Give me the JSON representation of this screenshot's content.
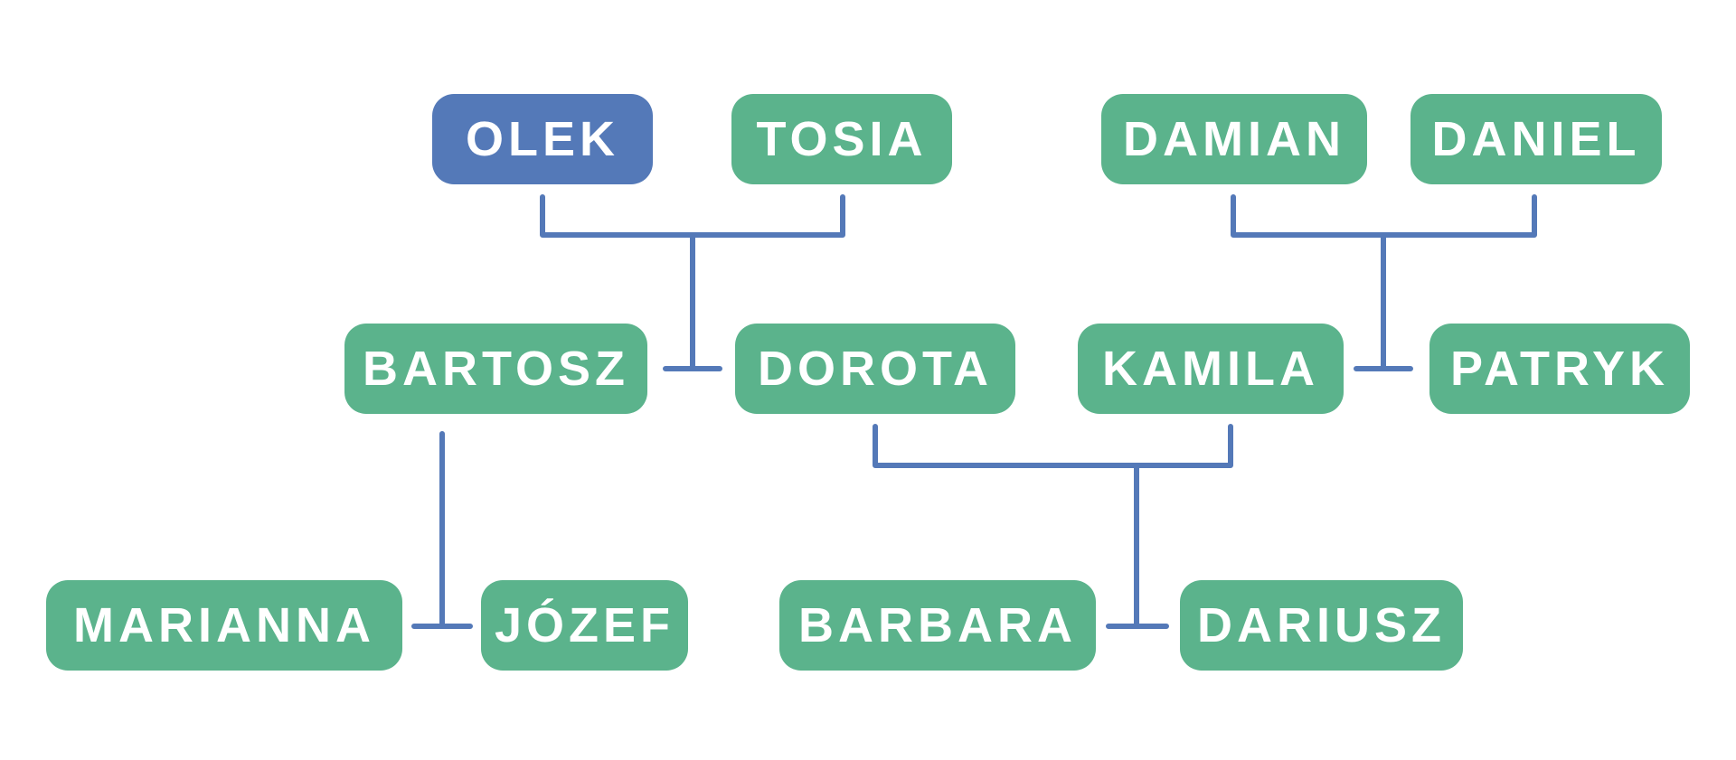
{
  "colors": {
    "node": "#5bb38c",
    "highlight": "#5479b8",
    "connector": "#5479b8"
  },
  "nodes": {
    "olek": "OLEK",
    "tosia": "TOSIA",
    "damian": "DAMIAN",
    "daniel": "DANIEL",
    "bartosz": "BARTOSZ",
    "dorota": "DOROTA",
    "kamila": "KAMILA",
    "patryk": "PATRYK",
    "marianna": "MARIANNA",
    "jozef": "JÓZEF",
    "barbara": "BARBARA",
    "dariusz": "DARIUSZ"
  }
}
